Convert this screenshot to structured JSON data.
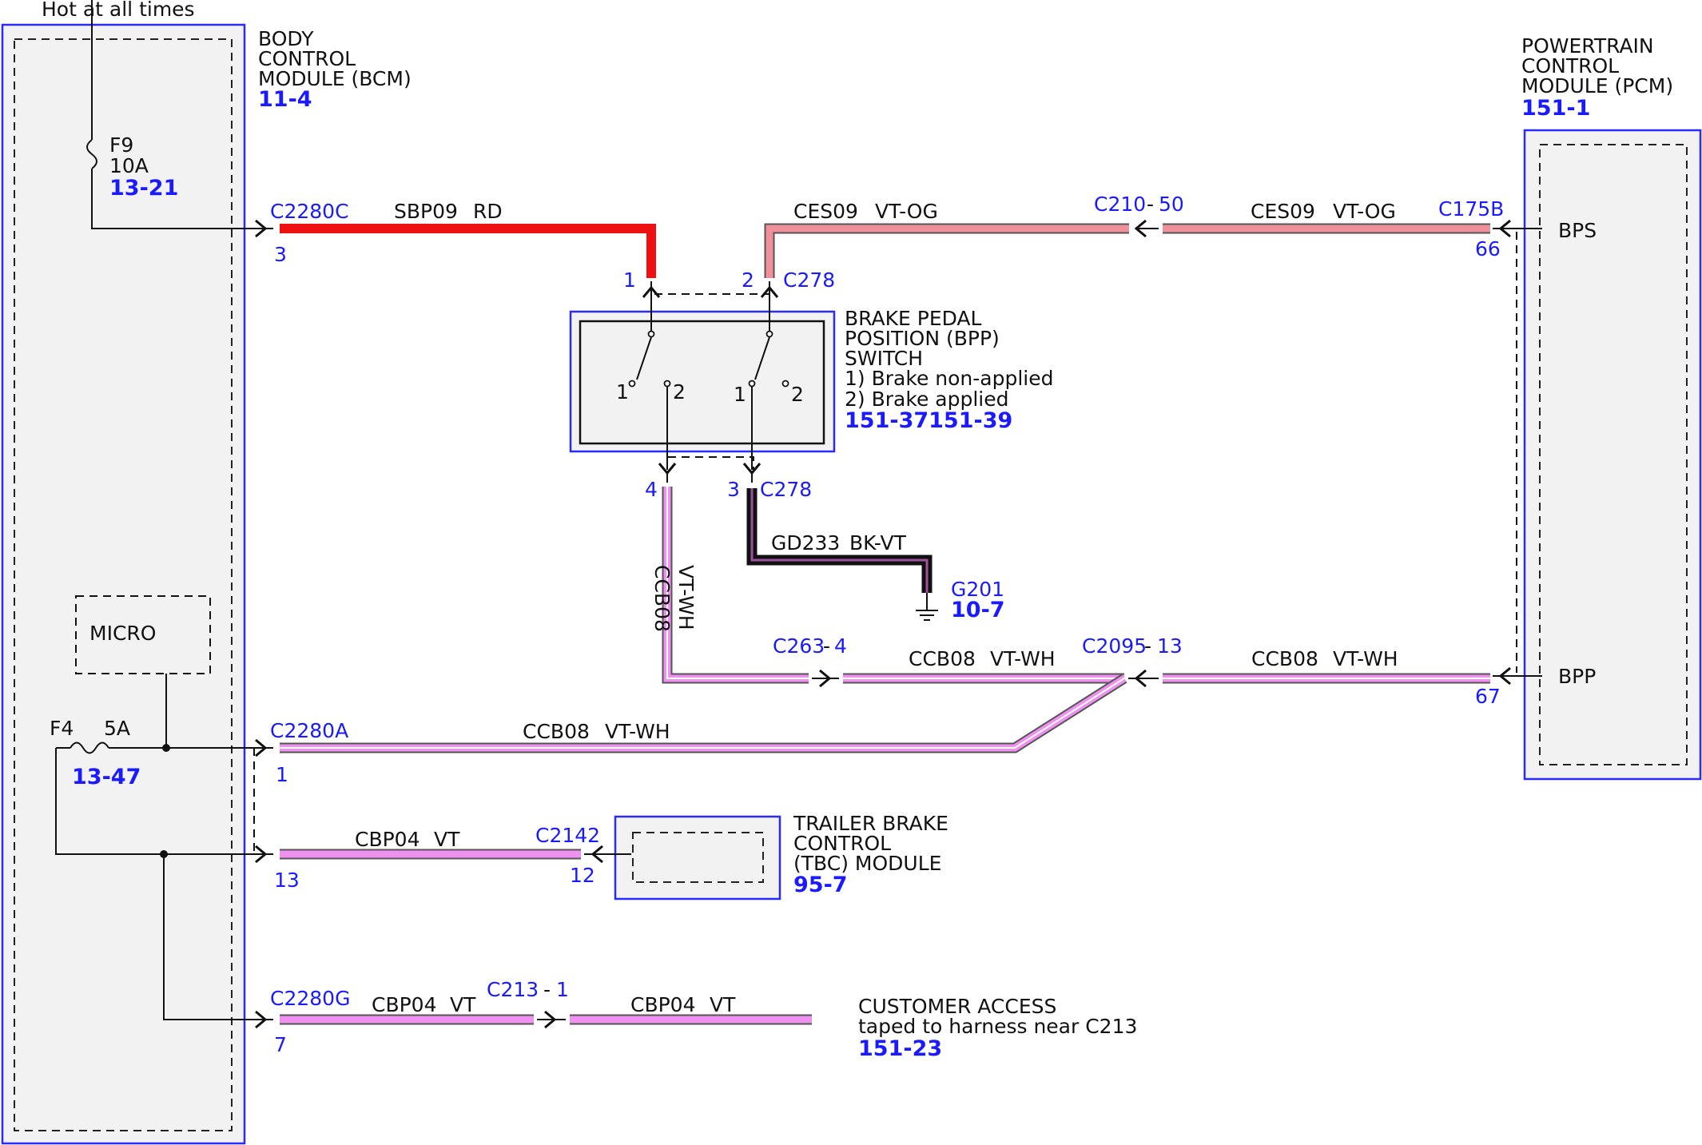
{
  "power": {
    "label": "Hot at all times"
  },
  "bcm": {
    "name_lines": [
      "BODY",
      "CONTROL",
      "MODULE (BCM)"
    ],
    "ref": "11-4",
    "micro_label": "MICRO",
    "fuse_f9": {
      "name": "F9",
      "rating": "10A",
      "ref": "13-21"
    },
    "fuse_f4": {
      "name": "F4",
      "rating": "5A",
      "ref": "13-47"
    }
  },
  "pcm": {
    "name_lines": [
      "POWERTRAIN",
      "CONTROL",
      "MODULE (PCM)"
    ],
    "ref": "151-1",
    "pin_bps": "BPS",
    "pin_bpp": "BPP"
  },
  "bpp_switch": {
    "name_lines": [
      "BRAKE PEDAL",
      "POSITION (BPP)",
      "SWITCH",
      "1) Brake non-applied",
      "2) Brake applied"
    ],
    "ref": "151-37151-39",
    "contact_1": "1",
    "contact_2": "2",
    "connector": "C278",
    "pins": {
      "top_left": "1",
      "top_right": "2",
      "bottom_left": "4",
      "bottom_right": "3"
    }
  },
  "tbc": {
    "name_lines": [
      "TRAILER BRAKE",
      "CONTROL",
      "(TBC) MODULE"
    ],
    "ref": "95-7"
  },
  "customer_access": {
    "name_lines": [
      "CUSTOMER ACCESS",
      "taped to harness near C213"
    ],
    "ref": "151-23"
  },
  "ground": {
    "name": "G201",
    "ref": "10-7"
  },
  "connectors": {
    "c2280c": {
      "name": "C2280C",
      "pin": "3"
    },
    "c2280a": {
      "name": "C2280A",
      "pin": "1"
    },
    "c2280g": {
      "name": "C2280G",
      "pin": "7"
    },
    "c2280_13": {
      "pin": "13"
    },
    "c210": {
      "name": "C210",
      "sep": "-",
      "pin": "50"
    },
    "c175b": {
      "name": "C175B",
      "pin_bps": "66",
      "pin_bpp": "67"
    },
    "c263": {
      "name": "C263",
      "sep": "-",
      "pin": "4"
    },
    "c2095": {
      "name": "C2095",
      "sep": "-",
      "pin": "13"
    },
    "c2142": {
      "name": "C2142",
      "pin": "12"
    },
    "c213": {
      "name": "C213",
      "sep": "-",
      "pin": "1"
    }
  },
  "wires": {
    "sbp09": {
      "circuit": "SBP09",
      "color": "RD"
    },
    "ces09_left": {
      "circuit": "CES09",
      "color": "VT-OG"
    },
    "ces09_right": {
      "circuit": "CES09",
      "color": "VT-OG"
    },
    "ccb08_vertical": {
      "circuit": "CCB08",
      "color": "VT-WH"
    },
    "ccb08_mid": {
      "circuit": "CCB08",
      "color": "VT-WH"
    },
    "ccb08_right": {
      "circuit": "CCB08",
      "color": "VT-WH"
    },
    "ccb08_bcm": {
      "circuit": "CCB08",
      "color": "VT-WH"
    },
    "gd233": {
      "circuit": "GD233",
      "color": "BK-VT"
    },
    "cbp04_tbc": {
      "circuit": "CBP04",
      "color": "VT"
    },
    "cbp04_bcm": {
      "circuit": "CBP04",
      "color": "VT"
    },
    "cbp04_access": {
      "circuit": "CBP04",
      "color": "VT"
    }
  },
  "colors": {
    "module_border": "#2a2aff",
    "connector_text": "#1a1aff",
    "wire_red": "#ee1111",
    "wire_violet": "#f090f0",
    "wire_violet_orange": "#f0909a",
    "wire_black": "#111111"
  }
}
